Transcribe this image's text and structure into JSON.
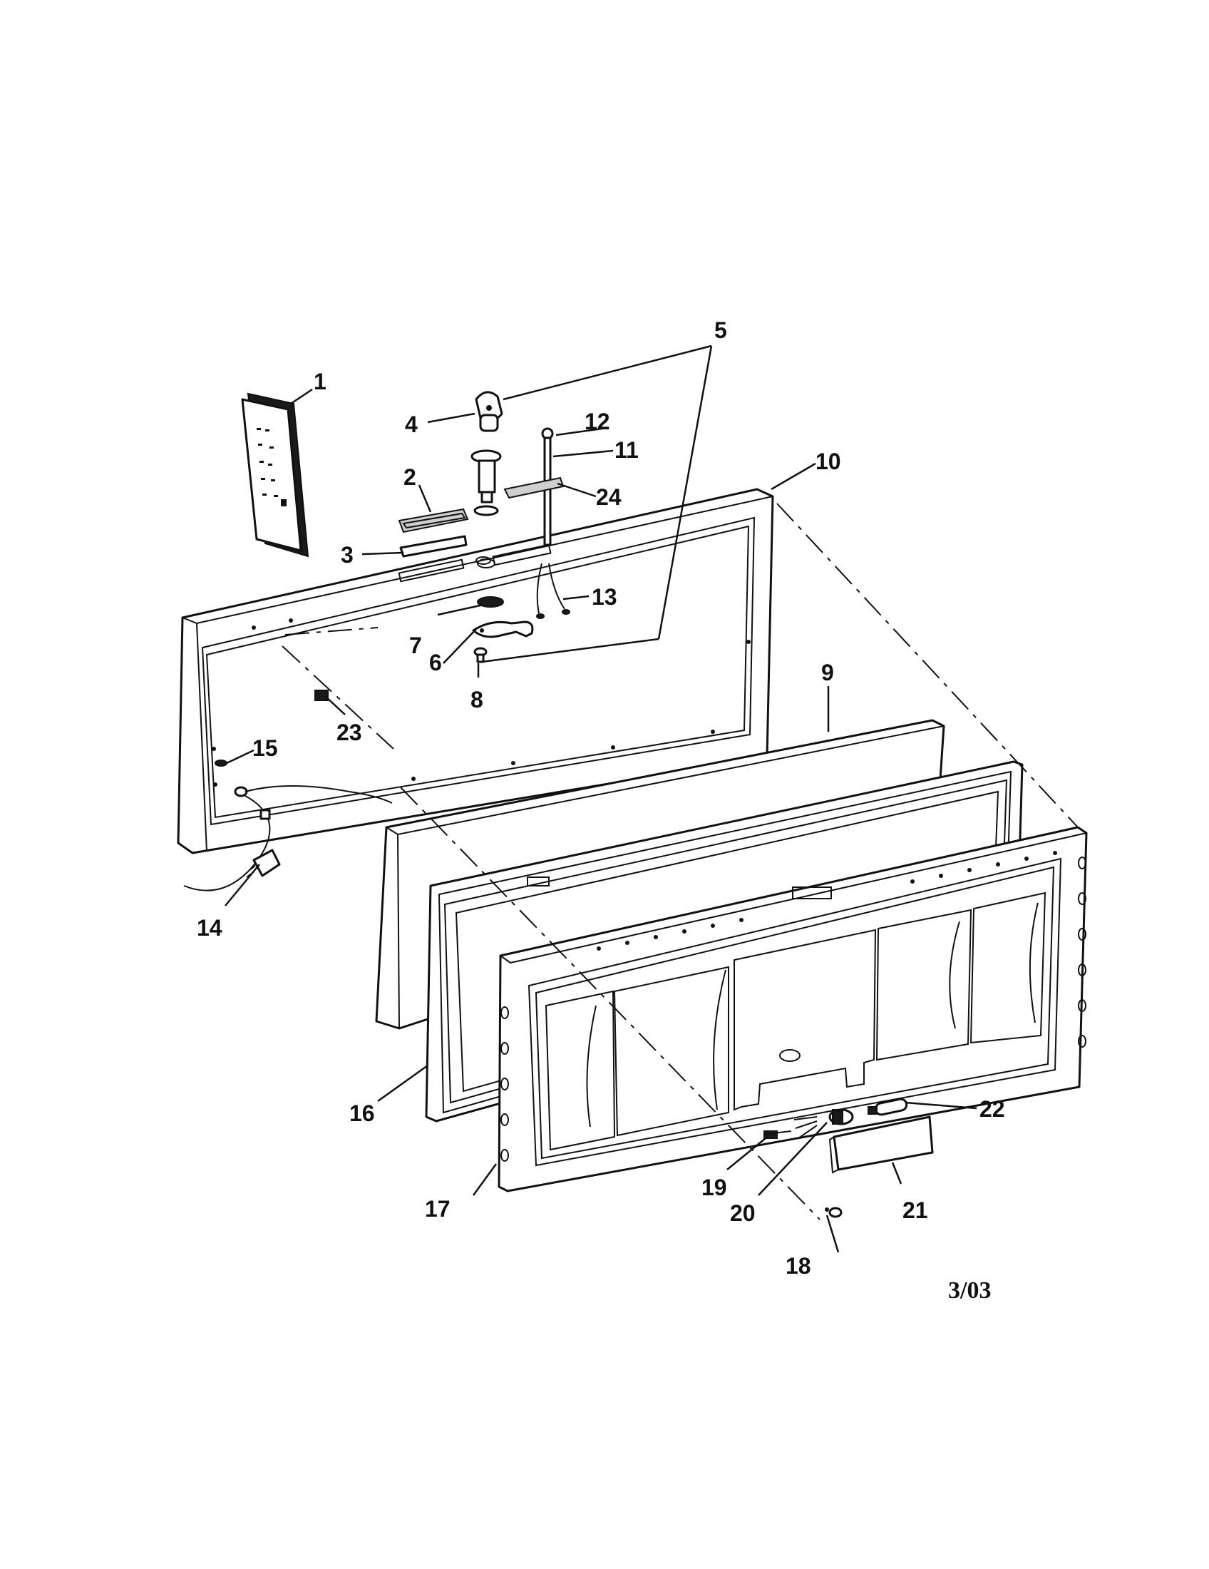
{
  "diagram": {
    "revision": "3/03",
    "callouts": [
      "1",
      "2",
      "3",
      "4",
      "5",
      "6",
      "7",
      "8",
      "9",
      "10",
      "11",
      "12",
      "13",
      "14",
      "15",
      "16",
      "17",
      "18",
      "19",
      "20",
      "21",
      "22",
      "23",
      "24"
    ]
  }
}
